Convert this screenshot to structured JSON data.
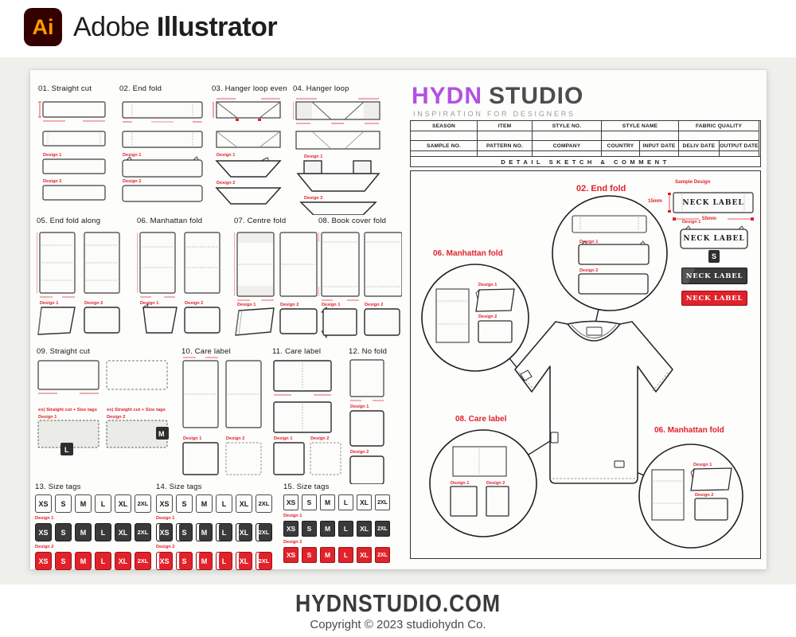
{
  "header": {
    "logo": "Ai",
    "brand": "Adobe",
    "product": "Illustrator"
  },
  "sections": {
    "s01": "01. Straight cut",
    "s02": "02. End fold",
    "s03": "03. Hanger loop even",
    "s04": "04. Hanger loop",
    "s05": "05. End fold along",
    "s06": "06. Manhattan fold",
    "s07": "07. Centre fold",
    "s08": "08. Book cover fold",
    "s09": "09. Straight cut",
    "s10": "10. Care label",
    "s11": "11. Care label",
    "s12": "12. No fold",
    "s13": "13. Size tags",
    "s14": "14. Size tags",
    "s15": "15. Size tags"
  },
  "labels": {
    "design1": "Design 1",
    "design2": "Design 2",
    "example": "ex) Straight cut + Size tags",
    "tag_l": "L",
    "tag_m": "M"
  },
  "sizes": [
    "XS",
    "S",
    "M",
    "L",
    "XL",
    "2XL"
  ],
  "studio": {
    "name_accent": "HYDN",
    "name_rest": "STUDIO",
    "tagline": "INSPIRATION FOR DESIGNERS",
    "table": {
      "row1": [
        "SEASON",
        "ITEM",
        "STYLE NO.",
        "STYLE NAME",
        "FABRIC QUALITY"
      ],
      "row2": [
        "SAMPLE NO.",
        "PATTERN NO.",
        "COMPANY",
        "COUNTRY",
        "INPUT DATE",
        "DELIV DATE",
        "OUTPUT DATE"
      ]
    },
    "banner": "DETAIL SKETCH & COMMENT"
  },
  "sketch": {
    "callout_endfold": "02. End fold",
    "callout_manhattan1": "06. Manhattan fold",
    "callout_care": "08. Care label",
    "callout_manhattan2": "06. Manhattan fold",
    "sample_design": "Sample Design",
    "neck_label": "NECK LABEL",
    "dim_h": "15mm",
    "dim_w": "55mm",
    "size_s": "S"
  },
  "footer": {
    "site": "HYDNSTUDIO.COM",
    "copyright": "Copyright © 2023 studiohydn Co."
  },
  "colors": {
    "accent_red": "#E1222A",
    "accent_purple": "#B152E2",
    "tag_dark": "#3A3A3A",
    "logo_orange": "#FF9A00",
    "logo_bg": "#330000"
  }
}
